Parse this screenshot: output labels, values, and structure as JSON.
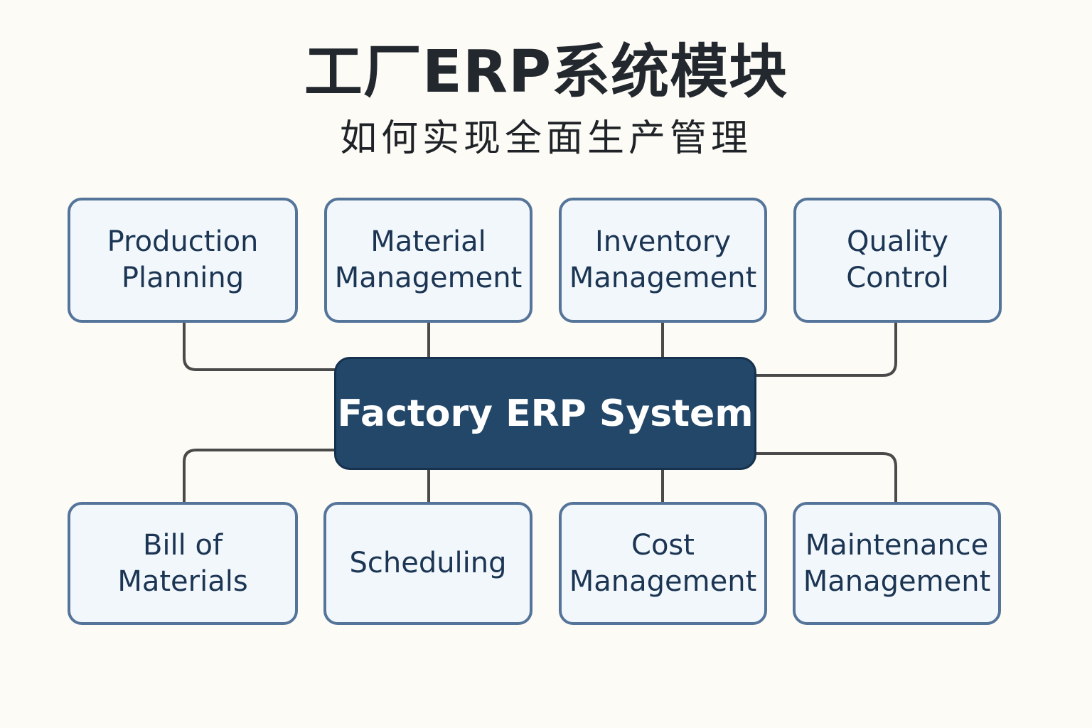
{
  "header": {
    "title": "工厂ERP系统模块",
    "subtitle": "如何实现全面生产管理"
  },
  "colors": {
    "background": "#fcfbf6",
    "hub_fill": "#234768",
    "module_fill": "#f2f7fc",
    "module_border": "#557499",
    "connector": "#4a4a4a",
    "module_text": "#1b3553"
  },
  "hub": {
    "label": "Factory ERP System"
  },
  "modules_top": [
    {
      "line1": "Production",
      "line2": "Planning"
    },
    {
      "line1": "Material",
      "line2": "Management"
    },
    {
      "line1": "Inventory",
      "line2": "Management"
    },
    {
      "line1": "Quality",
      "line2": "Control"
    }
  ],
  "modules_bottom": [
    {
      "line1": "Bill of",
      "line2": "Materials"
    },
    {
      "line1": "Scheduling",
      "line2": ""
    },
    {
      "line1": "Cost",
      "line2": "Management"
    },
    {
      "line1": "Maintenance",
      "line2": "Management"
    }
  ]
}
